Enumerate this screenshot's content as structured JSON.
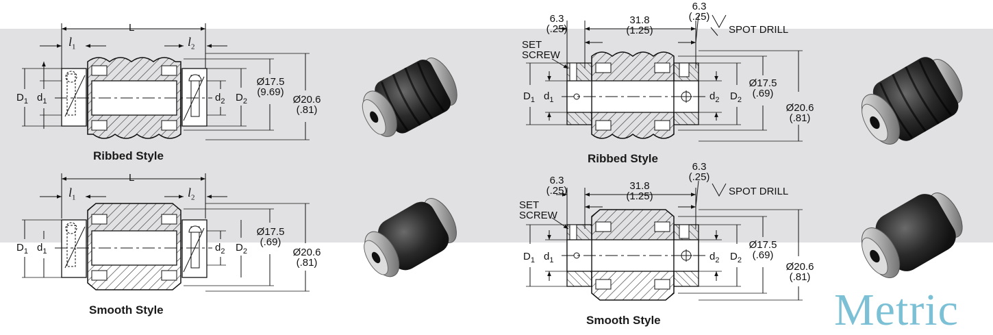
{
  "unit_label": "Metric",
  "colors": {
    "band": "#e1e1e3",
    "accent": "#7cc0d6"
  },
  "panels": {
    "ribbed_clamp": {
      "caption": "Ribbed Style",
      "labels": {
        "L": "L",
        "l1": "l",
        "l1_sub": "1",
        "l2": "l",
        "l2_sub": "2",
        "D1": "D",
        "D1_sub": "1",
        "d1": "d",
        "d1_sub": "1",
        "d2": "d",
        "d2_sub": "2",
        "D2": "D",
        "D2_sub": "2",
        "dia1": "Ø17.5",
        "dia1_in": "(9.69)",
        "dia2": "Ø20.6",
        "dia2_in": "(.81)"
      }
    },
    "smooth_clamp": {
      "caption": "Smooth Style",
      "labels": {
        "L": "L",
        "l1": "l",
        "l1_sub": "1",
        "l2": "l",
        "l2_sub": "2",
        "D1": "D",
        "D1_sub": "1",
        "d1": "d",
        "d1_sub": "1",
        "d2": "d",
        "d2_sub": "2",
        "D2": "D",
        "D2_sub": "2",
        "dia1": "Ø17.5",
        "dia1_in": "(.69)",
        "dia2": "Ø20.6",
        "dia2_in": "(.81)"
      }
    },
    "ribbed_setscrew": {
      "caption": "Ribbed Style",
      "labels": {
        "set_left": "6.3",
        "set_left_in": "(.25)",
        "len": "31.8",
        "len_in": "(1.25)",
        "set_right": "6.3",
        "set_right_in": "(.25)",
        "spot_drill": "SPOT DRILL",
        "set_screw_1": "SET",
        "set_screw_2": "SCREW",
        "D1": "D",
        "D1_sub": "1",
        "d1": "d",
        "d1_sub": "1",
        "d2": "d",
        "d2_sub": "2",
        "D2": "D",
        "D2_sub": "2",
        "dia1": "Ø17.5",
        "dia1_in": "(.69)",
        "dia2": "Ø20.6",
        "dia2_in": "(.81)"
      }
    },
    "smooth_setscrew": {
      "caption": "Smooth Style",
      "labels": {
        "set_left": "6.3",
        "set_left_in": "(.25)",
        "len": "31.8",
        "len_in": "(1.25)",
        "set_right": "6.3",
        "set_right_in": "(.25)",
        "spot_drill": "SPOT DRILL",
        "set_screw_1": "SET",
        "set_screw_2": "SCREW",
        "D1": "D",
        "D1_sub": "1",
        "d1": "d",
        "d1_sub": "1",
        "d2": "d",
        "d2_sub": "2",
        "D2": "D",
        "D2_sub": "2",
        "dia1": "Ø17.5",
        "dia1_in": "(.69)",
        "dia2": "Ø20.6",
        "dia2_in": "(.81)"
      }
    }
  },
  "photos": [
    "ribbed-clamp-coupling-photo",
    "smooth-clamp-coupling-photo",
    "ribbed-setscrew-coupling-photo",
    "smooth-setscrew-coupling-photo"
  ]
}
